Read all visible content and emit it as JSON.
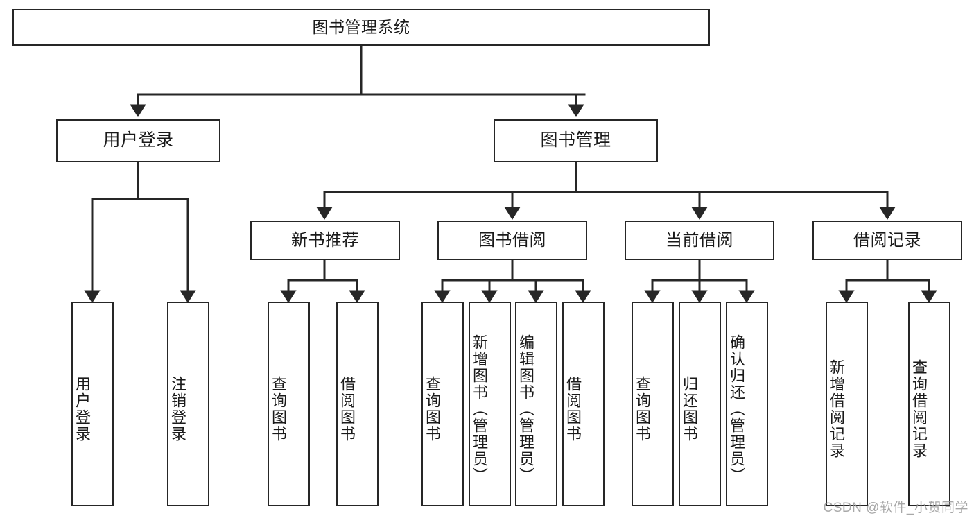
{
  "diagram": {
    "title": "图书管理系统",
    "type": "tree",
    "watermark": "CSDN @软件_小贺同学",
    "colors": {
      "box_border": "#262626",
      "box_fill": "#ffffff",
      "connector": "#262626",
      "text": "#1a1a1a",
      "watermark": "#9a9a9a"
    },
    "root": {
      "label": "图书管理系统"
    },
    "level1": [
      {
        "label": "用户登录"
      },
      {
        "label": "图书管理"
      }
    ],
    "level2": [
      {
        "label": "新书推荐"
      },
      {
        "label": "图书借阅"
      },
      {
        "label": "当前借阅"
      },
      {
        "label": "借阅记录"
      }
    ],
    "leaves": {
      "user_login": [
        {
          "label": "用户登录"
        },
        {
          "label": "注销登录"
        }
      ],
      "new_book_recommend": [
        {
          "label": "查询图书"
        },
        {
          "label": "借阅图书"
        }
      ],
      "book_borrow": [
        {
          "label": "查询图书"
        },
        {
          "label": "新增图书（管理员）"
        },
        {
          "label": "编辑图书（管理员）"
        },
        {
          "label": "借阅图书"
        }
      ],
      "current_borrow": [
        {
          "label": "查询图书"
        },
        {
          "label": "归还图书"
        },
        {
          "label": "确认归还（管理员）"
        }
      ],
      "borrow_record": [
        {
          "label": "新增借阅记录"
        },
        {
          "label": "查询借阅记录"
        }
      ]
    }
  }
}
